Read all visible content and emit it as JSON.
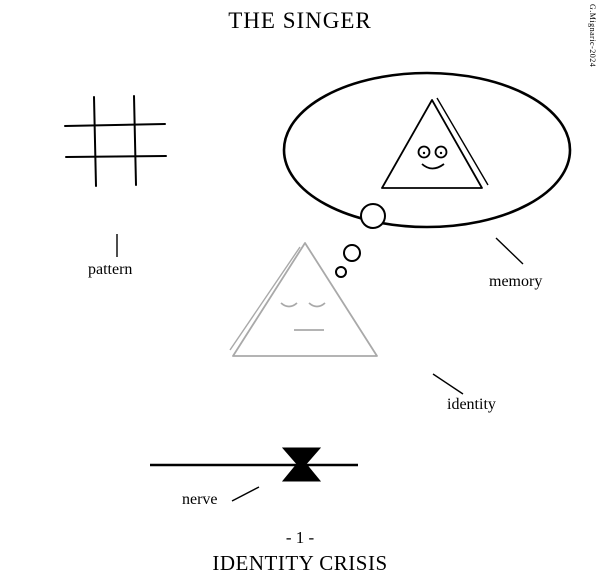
{
  "page": {
    "title": "THE SINGER",
    "signature": "G.Mignaric-2024",
    "footer_number": "- 1 -",
    "footer_title": "IDENTITY CRISIS"
  },
  "labels": {
    "pattern": "pattern",
    "memory": "memory",
    "identity": "identity",
    "nerve": "nerve"
  },
  "figures": {
    "grid": "pattern-grid",
    "thought_bubble": "memory-thought-bubble",
    "happy_triangle": "remembered-self-triangle",
    "sleeping_triangle": "identity-triangle",
    "nerve_shape": "nerve-hourglass"
  },
  "colors": {
    "ink": "#000000",
    "gray": "#a9a9a9",
    "background": "#ffffff"
  }
}
